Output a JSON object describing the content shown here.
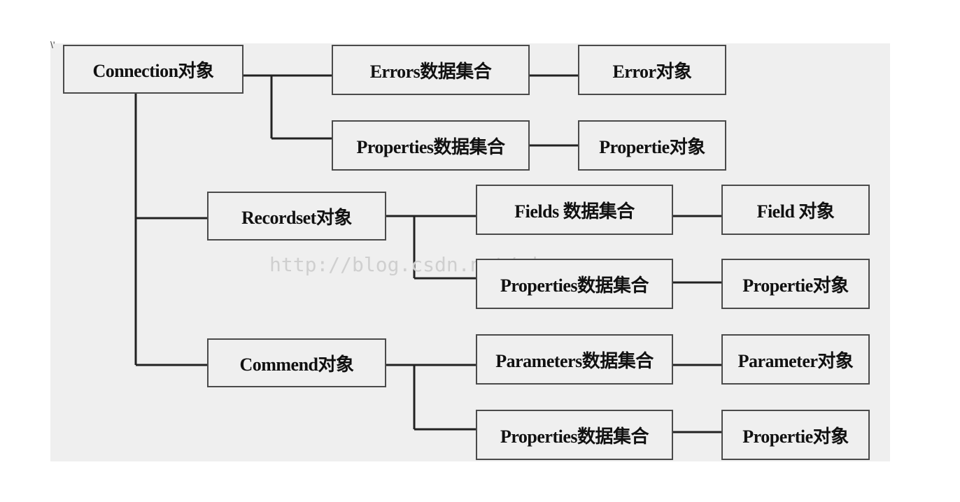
{
  "diagram": {
    "corner_mark": "\\'",
    "watermark": "http://blog.csdn.net/mingxuanyun",
    "root": {
      "label": "Connection对象"
    },
    "connection_children": {
      "errors_collection": "Errors数据集合",
      "errors_item": "Error对象",
      "properties_collection": "Properties数据集合",
      "properties_item": "Propertie对象"
    },
    "recordset": {
      "label": "Recordset对象",
      "fields_collection": "Fields 数据集合",
      "fields_item": "Field 对象",
      "properties_collection": "Properties数据集合",
      "properties_item": "Propertie对象"
    },
    "commend": {
      "label": "Commend对象",
      "parameters_collection": "Parameters数据集合",
      "parameters_item": "Parameter对象",
      "properties_collection": "Properties数据集合",
      "properties_item": "Propertie对象"
    },
    "colors": {
      "background": "#efefef",
      "line": "#222222",
      "border": "#4a4a4a",
      "watermark": "#cfcfcf"
    }
  }
}
